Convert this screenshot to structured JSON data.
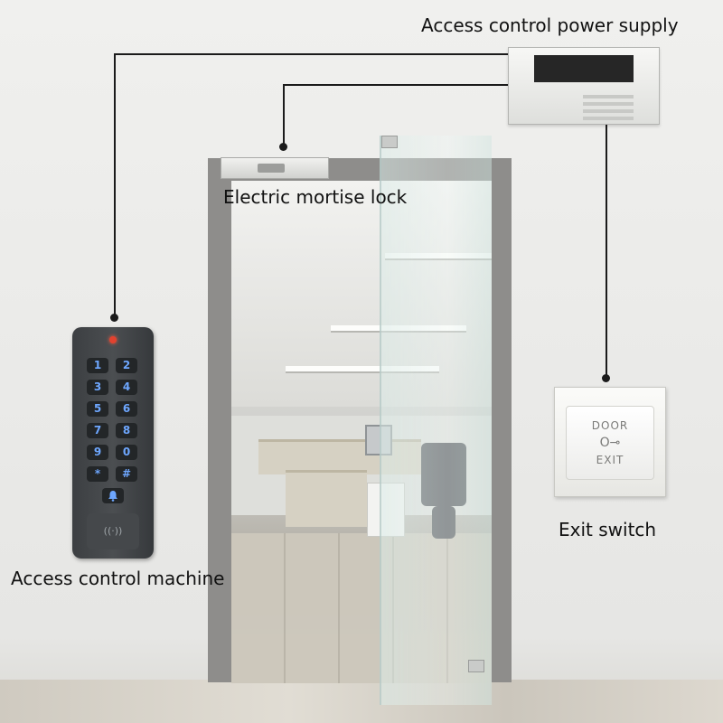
{
  "labels": {
    "power_supply": "Access control power supply",
    "mortise_lock": "Electric mortise lock",
    "access_machine": "Access control machine",
    "exit_switch": "Exit switch"
  },
  "keypad": {
    "keys": [
      "1",
      "2",
      "3",
      "4",
      "5",
      "6",
      "7",
      "8",
      "9",
      "0",
      "*",
      "#"
    ],
    "bell_icon": "bell-icon",
    "rfid_icon": "contactless-icon",
    "rfid_glyph": "((·))"
  },
  "exit_switch": {
    "top_text": "DOOR",
    "bottom_text": "EXIT",
    "key_icon": "key-icon",
    "key_glyph": "O⊸"
  },
  "colors": {
    "wire": "#1b1b1b",
    "keypad_body": "#3c3f42",
    "key_text": "#6ea7ff",
    "led": "#e2422f"
  }
}
